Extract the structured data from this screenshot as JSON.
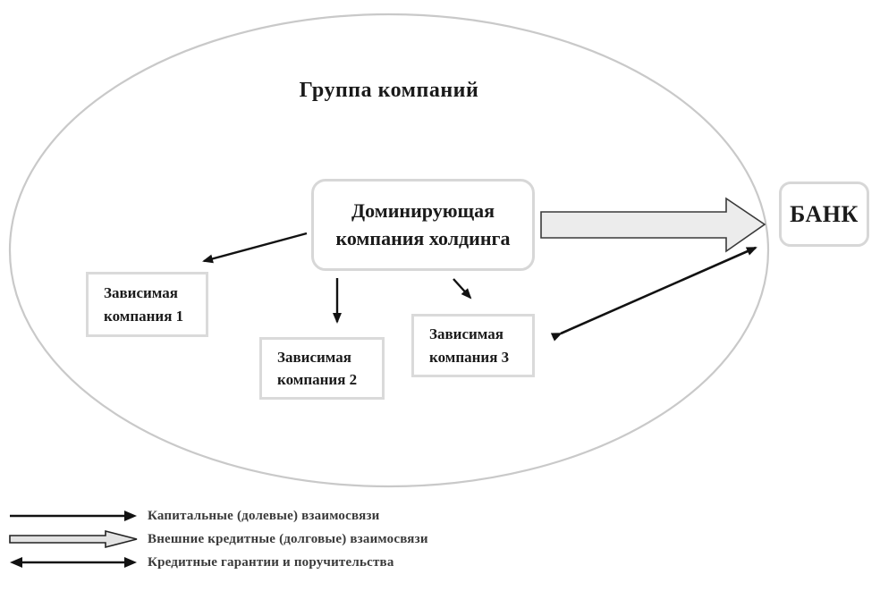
{
  "diagram": {
    "group_title": "Группа компаний",
    "dominant_company": "Доминирующая компания холдинга",
    "dependent_companies": [
      "Зависимая компания 1",
      "Зависимая компания 2",
      "Зависимая компания 3"
    ],
    "bank": "БАНК"
  },
  "legend": {
    "items": [
      {
        "icon": "thin-arrow-icon",
        "label": "Капитальные (долевые) взаимосвязи"
      },
      {
        "icon": "block-arrow-icon",
        "label": "Внешние кредитные (долговые) взаимосвязи"
      },
      {
        "icon": "double-arrow-icon",
        "label": "Кредитные гарантии и поручительства"
      }
    ]
  },
  "colors": {
    "ellipse_stroke": "#c9c9c9",
    "box_border": "#d7d7d7",
    "arrow": "#121212",
    "block_arrow_fill": "#ececec",
    "block_arrow_stroke": "#3a3a3a",
    "legend_text": "#3a3a3a"
  }
}
